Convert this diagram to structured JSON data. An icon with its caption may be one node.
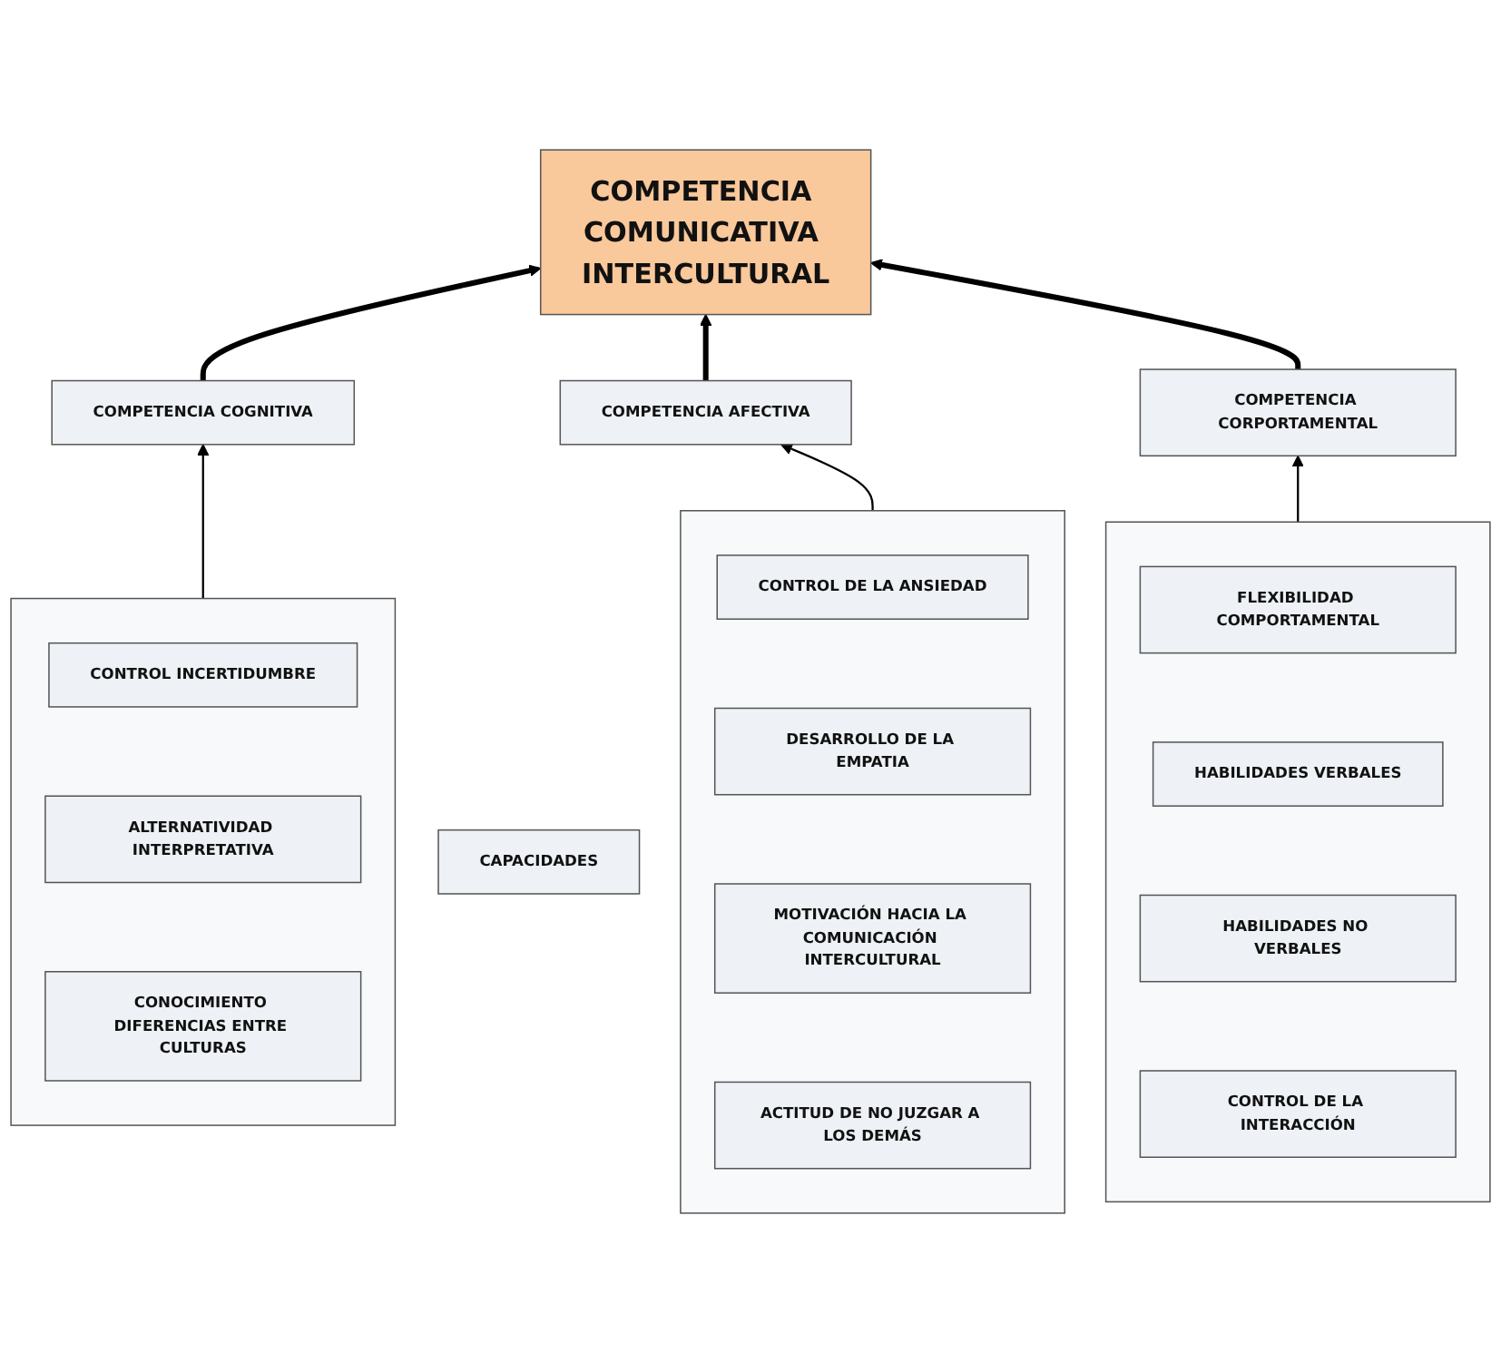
{
  "diagram": {
    "nodes": [
      {
        "text": [
          "COMPETENCIA COMUNICATIVA INTERCULTURAL"
        ]
      },
      {
        "text": [
          "COMPETENCIA COGNITIVA"
        ]
      },
      {
        "text": [
          "COMPETENCIA AFECTIVA"
        ]
      },
      {
        "text": [
          "COMPETENCIA CORPORTAMENTAL"
        ]
      },
      {
        "text": [
          "CAPACIDADES"
        ]
      },
      {
        "text": [],
        "shape": "box"
      },
      {
        "text": [
          "CONTROL INCERTIDUMBRE"
        ],
        "in": 5
      },
      {
        "text": [
          "ALTERNATIVIDAD INTERPRETATIVA"
        ],
        "in": 5
      },
      {
        "text": [
          "CONOCIMIENTO DIFERENCIAS ENTRE CULTURAS"
        ],
        "in": 5
      },
      {
        "text": [],
        "shape": "box"
      },
      {
        "text": [
          "CONTROL DE LA ANSIEDAD"
        ],
        "in": 9
      },
      {
        "text": [
          "DESARROLLO DE LA EMPATIA"
        ],
        "in": 9
      },
      {
        "text": [
          "MOTIVACIÓN HACIA LA COMUNICACIÓN INTERCULTURAL"
        ],
        "in": 9
      },
      {
        "text": [
          "ACTITUD DE NO JUZGAR A LOS DEMÁS"
        ],
        "in": 9
      },
      {
        "text": [],
        "shape": "box"
      },
      {
        "text": [
          "FLEXIBILIDAD COMPORTAMENTAL"
        ],
        "in": 14
      },
      {
        "text": [
          "HABILIDADES VERBALES"
        ],
        "in": 14
      },
      {
        "text": [
          "HABILIDADES NO VERBALES"
        ],
        "in": 14
      },
      {
        "text": [
          "CONTROL DE LA INTERACCIÓN"
        ],
        "in": 14
      }
    ],
    "edges": [
      {
        "from": 1,
        "to": 0,
        "arrow": "to",
        "style": "thick"
      },
      {
        "from": 2,
        "to": 0,
        "arrow": "to",
        "style": "thick"
      },
      {
        "from": 3,
        "to": 0,
        "arrow": "to",
        "style": "thick"
      },
      {
        "from": 5,
        "to": 1,
        "arrow": "to"
      },
      {
        "from": 9,
        "to": 2,
        "arrow": "to"
      },
      {
        "from": 14,
        "to": 3,
        "arrow": "to"
      }
    ]
  }
}
